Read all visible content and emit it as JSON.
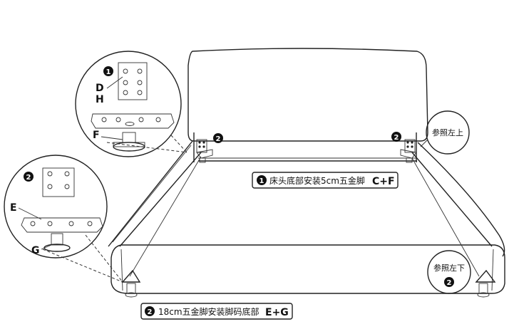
{
  "callouts": {
    "top_left": {
      "step": "1",
      "label_d": "D",
      "label_h": "H",
      "label_f": "F"
    },
    "mid_left": {
      "step": "2",
      "label_e": "E",
      "label_g": "G"
    }
  },
  "markers": {
    "head_left": "2",
    "head_right": "2",
    "foot_right": "2"
  },
  "notes": {
    "ref_top_left": "参照左上",
    "ref_bottom_left": "参照左下"
  },
  "captions": {
    "head": {
      "step": "1",
      "text": "床头底部安装5cm五金脚",
      "code": "C+F"
    },
    "foot": {
      "step": "2",
      "text": "18cm五金脚安装脚码底部",
      "code": "E+G"
    }
  },
  "colors": {
    "line": "#222222",
    "fill": "#ffffff",
    "marker": "#111111"
  }
}
